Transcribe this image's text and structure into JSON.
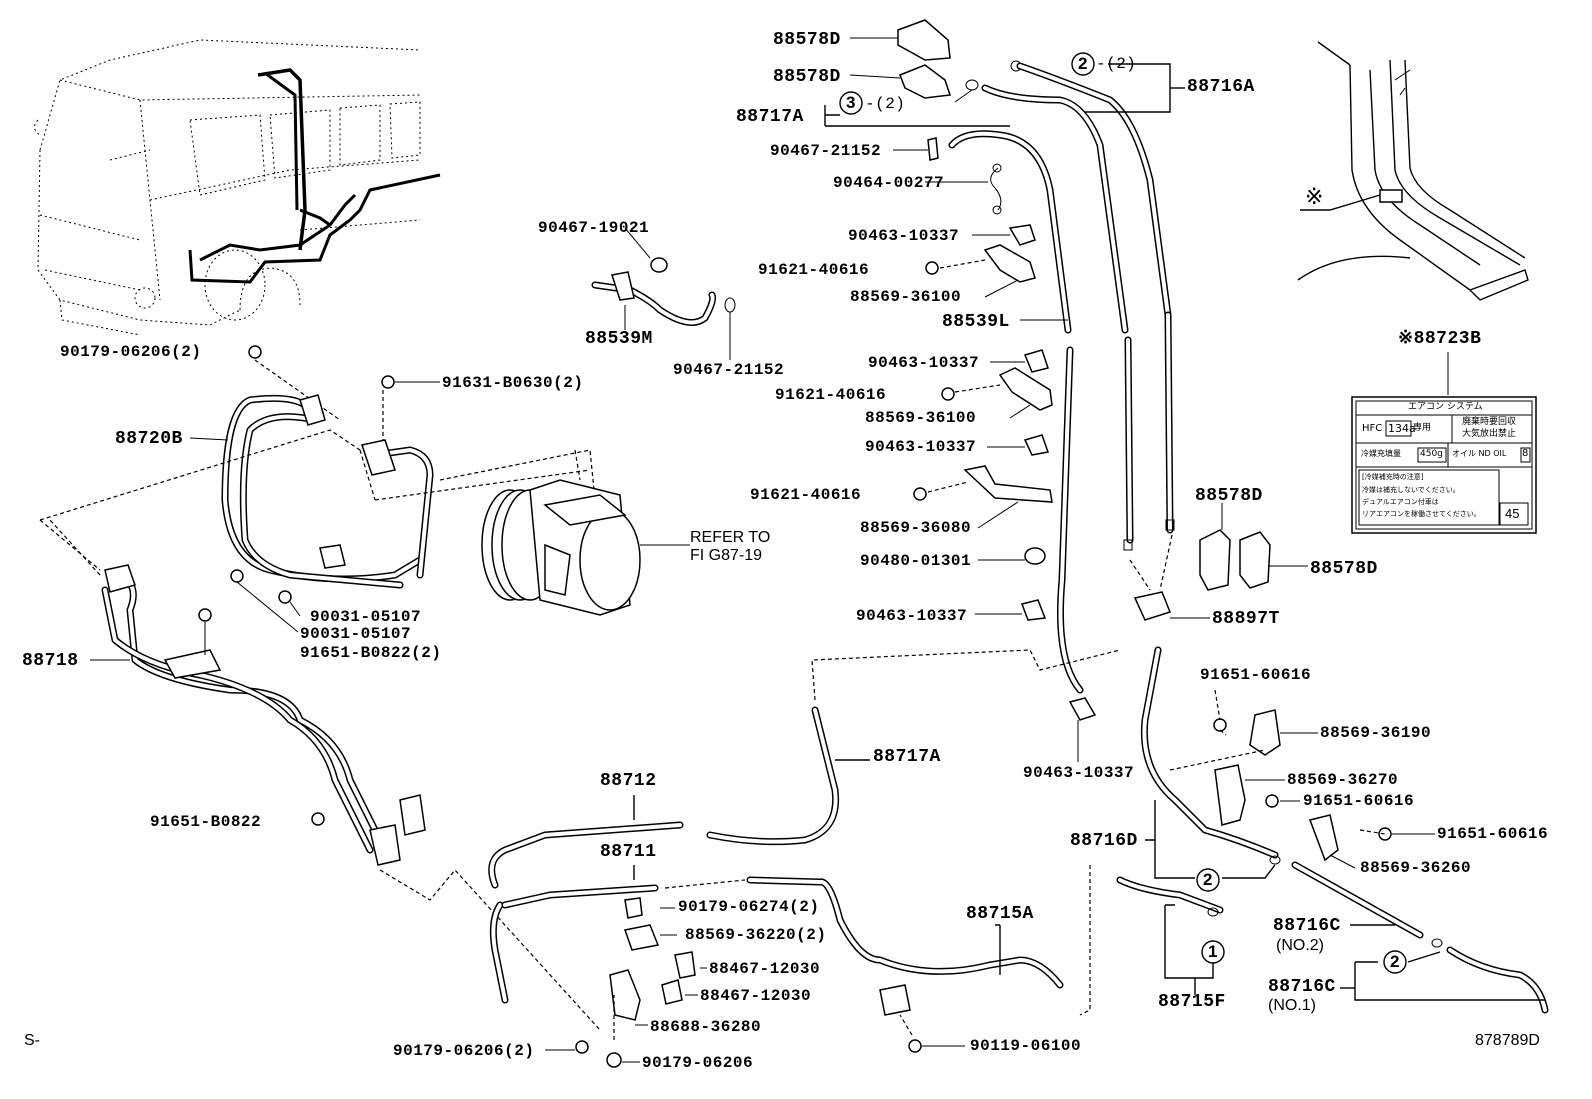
{
  "parts": {
    "p88578D_a": "88578D",
    "p88578D_b": "88578D",
    "p88717A_top": "88717A",
    "p88716A": "88716A",
    "p90467_21152_a": "90467-21152",
    "p90464_00277": "90464-00277",
    "p90463_10337_a": "90463-10337",
    "p91621_40616_a": "91621-40616",
    "p88569_36100_a": "88569-36100",
    "p88539L": "88539L",
    "p90463_10337_b": "90463-10337",
    "p91621_40616_b": "91621-40616",
    "p88569_36100_b": "88569-36100",
    "p90463_10337_c": "90463-10337",
    "p91621_40616_c": "91621-40616",
    "p88569_36080": "88569-36080",
    "p90480_01301": "90480-01301",
    "p90463_10337_d": "90463-10337",
    "p90463_10337_e": "90463-10337",
    "p90467_19021": "90467-19021",
    "p88539M": "88539M",
    "p90467_21152_b": "90467-21152",
    "p90179_06206_2_top": "90179-06206(2)",
    "p91631_B0630": "91631-B0630(2)",
    "p88720B": "88720B",
    "p90031_05107_a": "90031-05107",
    "p90031_05107_b": "90031-05107",
    "p91651_B0822_2": "91651-B0822(2)",
    "p88718": "88718",
    "p91651_B0822": "91651-B0822",
    "p88717A_mid": "88717A",
    "p88712": "88712",
    "p88711": "88711",
    "p90179_06274": "90179-06274(2)",
    "p88569_36220": "88569-36220(2)",
    "p88467_12030_a": "88467-12030",
    "p88467_12030_b": "88467-12030",
    "p88688_36280": "88688-36280",
    "p90179_06206_2_bot": "90179-06206(2)",
    "p90179_06206": "90179-06206",
    "p88715A": "88715A",
    "p90119_06100": "90119-06100",
    "p88578D_c": "88578D",
    "p88578D_d": "88578D",
    "p88897T": "88897T",
    "p91651_60616_a": "91651-60616",
    "p88569_36190": "88569-36190",
    "p88569_36270": "88569-36270",
    "p91651_60616_b": "91651-60616",
    "p88716D": "88716D",
    "p91651_60616_c": "91651-60616",
    "p88569_36260": "88569-36260",
    "p88716C_2": "88716C",
    "p88716C_2_sub": "(NO.2)",
    "p88716C_1": "88716C",
    "p88716C_1_sub": "(NO.1)",
    "p88715F": "88715F",
    "p88723B": "※88723B",
    "asterisk_mark": "※"
  },
  "callouts": {
    "c2_top": "2",
    "c2_top_qty": "-(2)",
    "c3_top": "3",
    "c3_top_qty": "-(2)",
    "c2_mid": "2",
    "c1_mid": "1",
    "c2_bot": "2"
  },
  "refer": {
    "line1": "REFER TO",
    "line2": "FI G87-19"
  },
  "label_card": {
    "title": "エアコン システム",
    "hfc_prefix": "HFC",
    "hfc_code": "134a",
    "hfc_suffix": "専用",
    "warn1": "廃棄時要回収",
    "warn2": "大気放出禁止",
    "charge_label": "冷媒充填量",
    "charge_value": "450g",
    "oil_label": "オイル ND OIL",
    "oil_value": "8",
    "note_title": "[冷媒補充時の注意]",
    "note1": "冷媒は補充しないでください。",
    "note2": "デュアルエアコン付車は",
    "note3": "リアエアコンを稼働させてください。",
    "number": "45"
  },
  "footer": {
    "left_mark": "S-",
    "figure_id": "878789D"
  }
}
